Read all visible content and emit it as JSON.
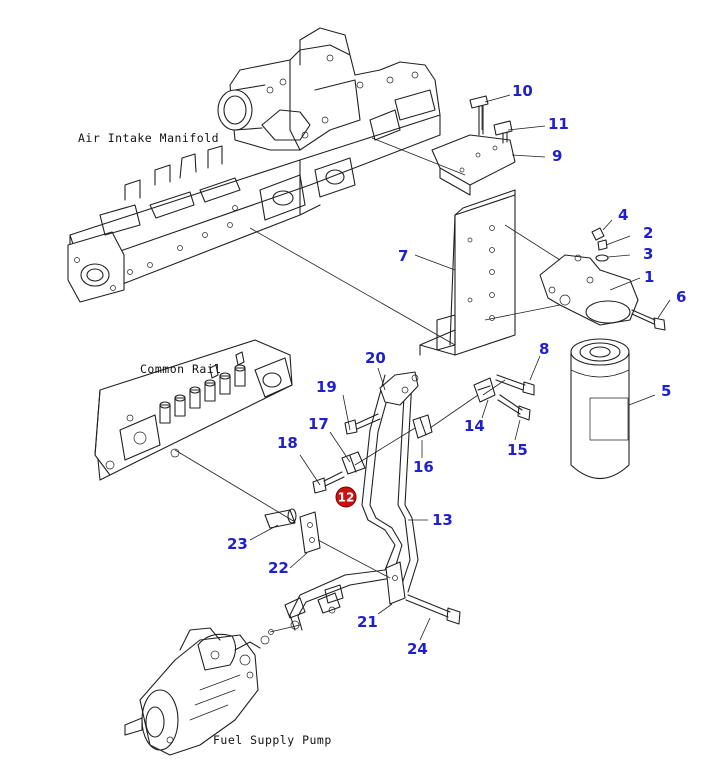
{
  "labels": {
    "manifold": "Air Intake Manifold",
    "rail": "Common Rail",
    "pump": "Fuel Supply Pump"
  },
  "callouts": {
    "c1": "1",
    "c2": "2",
    "c3": "3",
    "c4": "4",
    "c5": "5",
    "c6": "6",
    "c7": "7",
    "c8": "8",
    "c9": "9",
    "c10": "10",
    "c11": "11",
    "c12": "12",
    "c13": "13",
    "c14": "14",
    "c15": "15",
    "c16": "16",
    "c17": "17",
    "c18": "18",
    "c19": "19",
    "c20": "20",
    "c21": "21",
    "c22": "22",
    "c23": "23",
    "c24": "24"
  },
  "colors": {
    "callout": "#1f1fd0",
    "marker": "#cc1111",
    "line": "#222222"
  }
}
